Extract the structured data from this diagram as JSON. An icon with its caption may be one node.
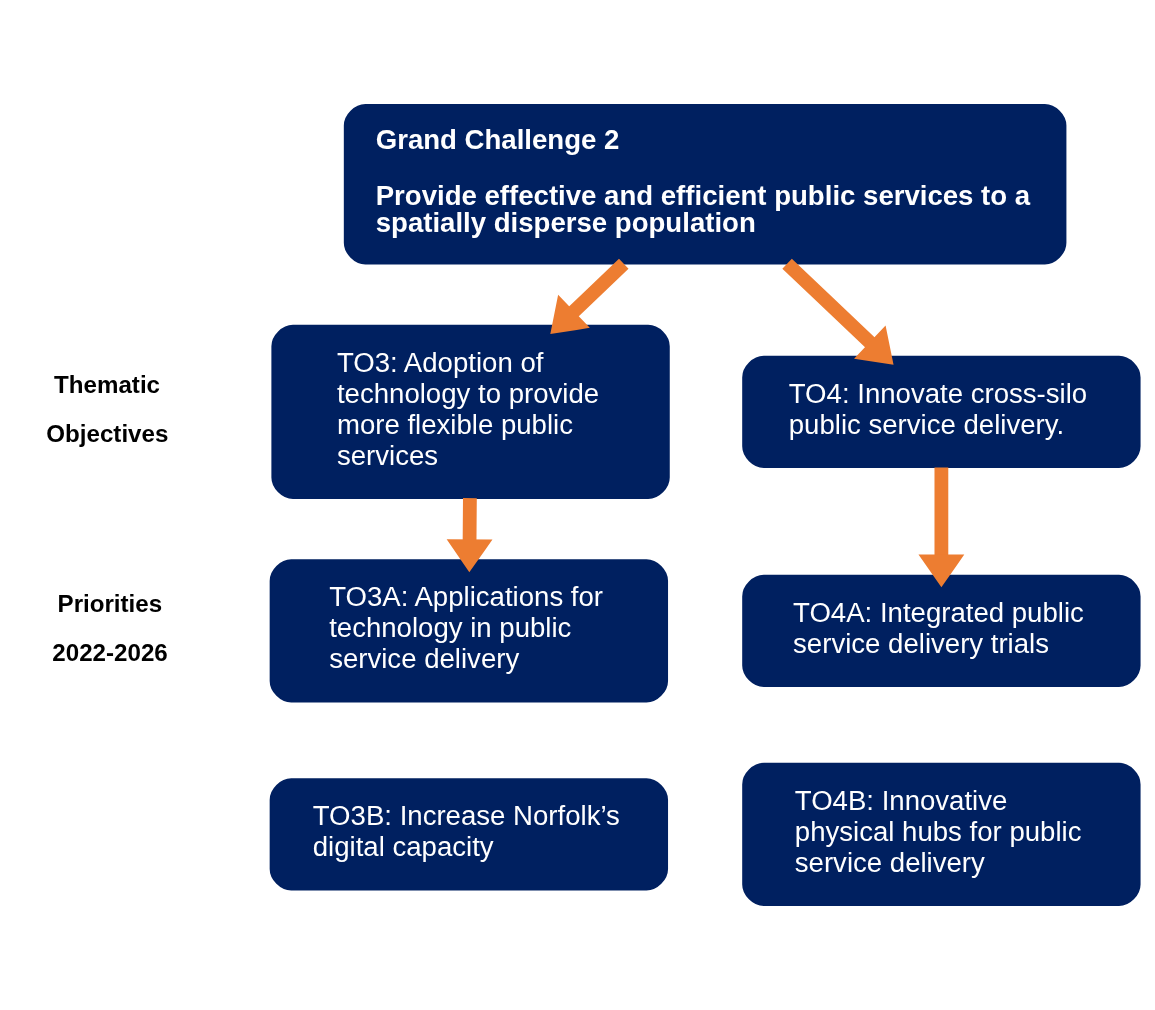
{
  "diagram": {
    "nodes": [
      {
        "text": [
          "Grand Challenge 2",
          "Provide effective and efficient public services to a spatially disperse population"
        ]
      },
      {
        "text": [
          "TO3: Adoption of technology to provide more flexible public services"
        ]
      },
      {
        "text": [
          "TO4: Innovate cross-silo public service delivery."
        ]
      },
      {
        "text": [
          "TO3A: Applications for technology in public service delivery"
        ]
      },
      {
        "text": [
          "TO3B: Increase Norfolk’s digital capacity"
        ]
      },
      {
        "text": [
          "TO4A: Integrated public service delivery trials"
        ]
      },
      {
        "text": [
          "TO4B: Innovative physical hubs for public service delivery"
        ]
      }
    ],
    "edges": [
      {
        "from": 0,
        "to": 1,
        "arrow": "to",
        "color": "#ed7d31"
      },
      {
        "from": 0,
        "to": 2,
        "arrow": "to",
        "color": "#ed7d31"
      },
      {
        "from": 1,
        "to": 3,
        "arrow": "to",
        "color": "#ed7d31"
      },
      {
        "from": 2,
        "to": 5,
        "arrow": "to",
        "color": "#ed7d31"
      }
    ],
    "labels": [
      "Thematic Objectives",
      "Priorities 2022-2026"
    ]
  }
}
